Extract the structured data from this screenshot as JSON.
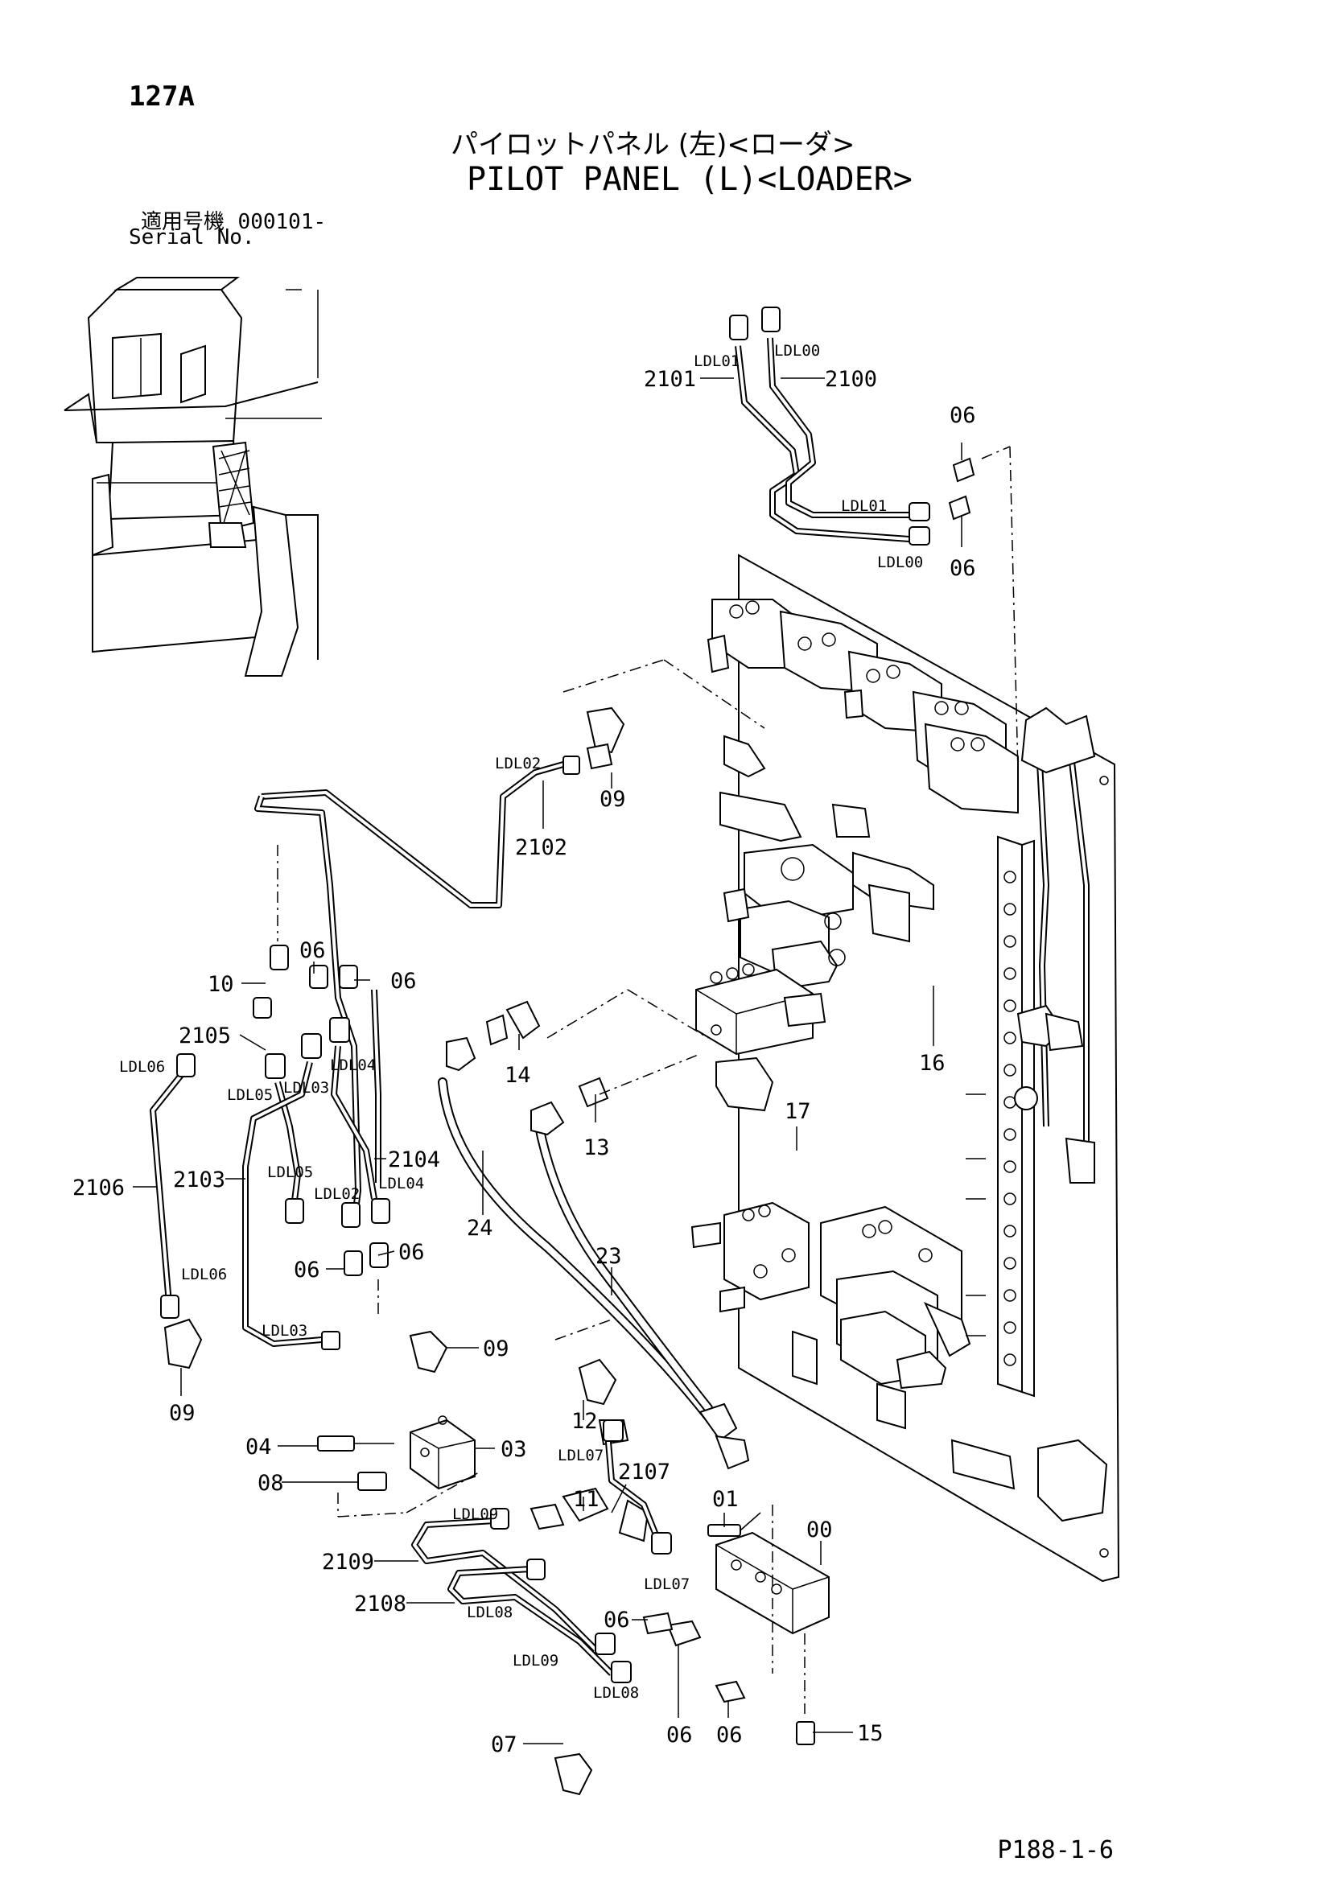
{
  "header": {
    "page_number": "127A",
    "title_jp": "パイロットパネル (左)<ローダ>",
    "title_en": "PILOT PANEL (L)<LOADER>",
    "serial_label_jp": "適用号機",
    "serial_value": "000101-",
    "serial_label_en": "Serial No."
  },
  "footer": {
    "ref": "P188-1-6"
  },
  "part_numbers": {
    "p2101": "2101",
    "p2100": "2100",
    "p06_top": "06",
    "p06_top2": "06",
    "p09_top": "09",
    "p2102": "2102",
    "p10": "10",
    "p06_a": "06",
    "p06_b": "06",
    "p2105": "2105",
    "p14": "14",
    "p16": "16",
    "p13": "13",
    "p17": "17",
    "p2104": "2104",
    "p2106": "2106",
    "p2103": "2103",
    "p24": "24",
    "p06_c": "06",
    "p06_d": "06",
    "p23": "23",
    "p09_mid": "09",
    "p09_left": "09",
    "p12": "12",
    "p04": "04",
    "p03": "03",
    "p08": "08",
    "p2107": "2107",
    "p11": "11",
    "p01": "01",
    "p00": "00",
    "p2109": "2109",
    "p2108": "2108",
    "p06_e": "06",
    "p07": "07",
    "p06_f": "06",
    "p06_g": "06",
    "p15": "15"
  },
  "hose_labels": {
    "ldl01_top": "LDL01",
    "ldl00_top": "LDL00",
    "ldl01_end": "LDL01",
    "ldl00_end": "LDL00",
    "ldl02_top": "LDL02",
    "ldl06_top": "LDL06",
    "ldl05_top": "LDL05",
    "ldl03_top": "LDL03",
    "ldl04_top": "LDL04",
    "ldl05_bot": "LDL05",
    "ldl02_bot": "LDL02",
    "ldl04_bot": "LDL04",
    "ldl06_bot": "LDL06",
    "ldl03_bot": "LDL03",
    "ldl07_top": "LDL07",
    "ldl09_top": "LDL09",
    "ldl07_bot": "LDL07",
    "ldl08_top": "LDL08",
    "ldl09_bot": "LDL09",
    "ldl08_bot": "LDL08"
  }
}
